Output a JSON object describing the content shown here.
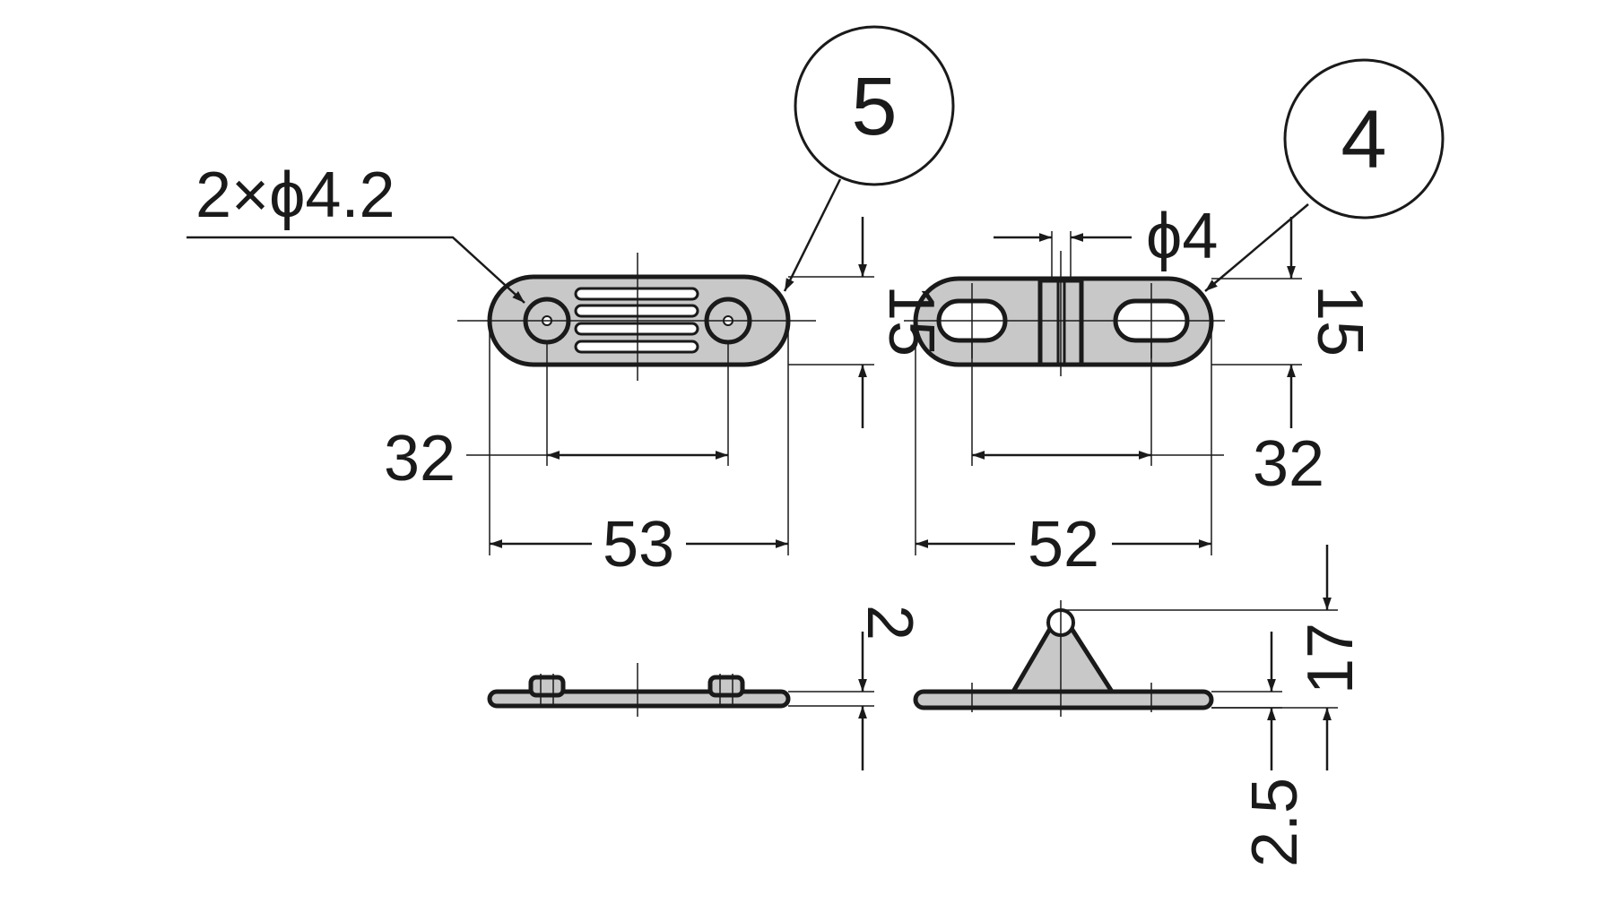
{
  "balloons": {
    "left_part": "5",
    "right_part": "4"
  },
  "dimensions": {
    "hole_callout": "2×ϕ4.2",
    "pin_diameter": "ϕ4",
    "left_height": "15",
    "right_height": "15",
    "left_hole_pitch": "32",
    "right_hole_pitch": "32",
    "left_length": "53",
    "right_length": "52",
    "left_thickness": "2",
    "right_base_thickness": "2.5",
    "right_total_height": "17"
  },
  "colors": {
    "line": "#1a1a1a",
    "part_fill": "#c8c8c8",
    "background": "#ffffff"
  }
}
